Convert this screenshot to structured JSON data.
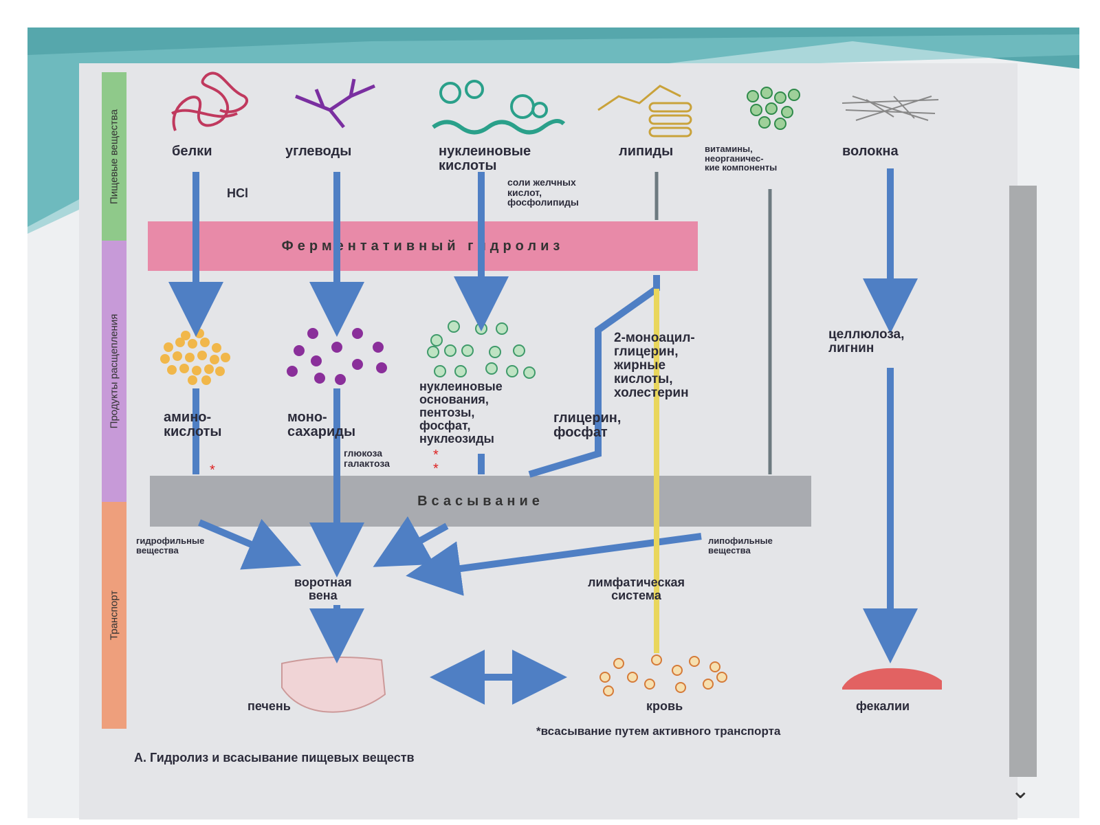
{
  "stripes": {
    "food": "Пищевые вещества",
    "products": "Продукты расщепления",
    "transport": "Транспорт"
  },
  "nutrients": {
    "proteins": "белки",
    "carbs": "углеводы",
    "nucleic": "нуклеиновые\nкислоты",
    "lipids": "липиды",
    "vitamins": "витамины,\nнеорганичес-\nкие компоненты",
    "fibers": "волокна"
  },
  "hcl": "HCl",
  "bile": "соли желчных\nкислот,\nфосфолипиды",
  "hydrolysis": "Ферментативный гидролиз",
  "absorption": "Всасывание",
  "products": {
    "amino": "амино-\nкислоты",
    "mono": "моно-\nсахариды",
    "glucose": "глюкоза\nгалактоза",
    "nucleic_products": "нуклеиновые\nоснования,\nпентозы,\nфосфат,\nнуклеозиды",
    "glycerol": "глицерин,\nфосфат",
    "monoacyl": "2-моноацил-\nглицерин,\nжирные\nкислоты,\nхолестерин",
    "cellulose": "целлюлоза,\nлигнин"
  },
  "transport": {
    "hydrophilic": "гидрофильные\nвещества",
    "lipophilic": "липофильные\nвещества",
    "portal_vein": "воротная\nвена",
    "lymph": "лимфатическая\nсистема"
  },
  "destinations": {
    "liver": "печень",
    "blood": "кровь",
    "feces": "фекалии"
  },
  "footnote": "*всасывание путем активного транспорта",
  "caption": "А. Гидролиз и всасывание пищевых веществ",
  "colors": {
    "arrow": "#4f7fc4",
    "hydrolysis_band": "#e88aa8",
    "absorption_band": "#a9abb0",
    "stripe_food": "#8fc98a",
    "stripe_products": "#c79ad8",
    "stripe_transport": "#ee9f7c",
    "lipid_line": "#e9d65c",
    "teal": "#3b9aa0"
  }
}
